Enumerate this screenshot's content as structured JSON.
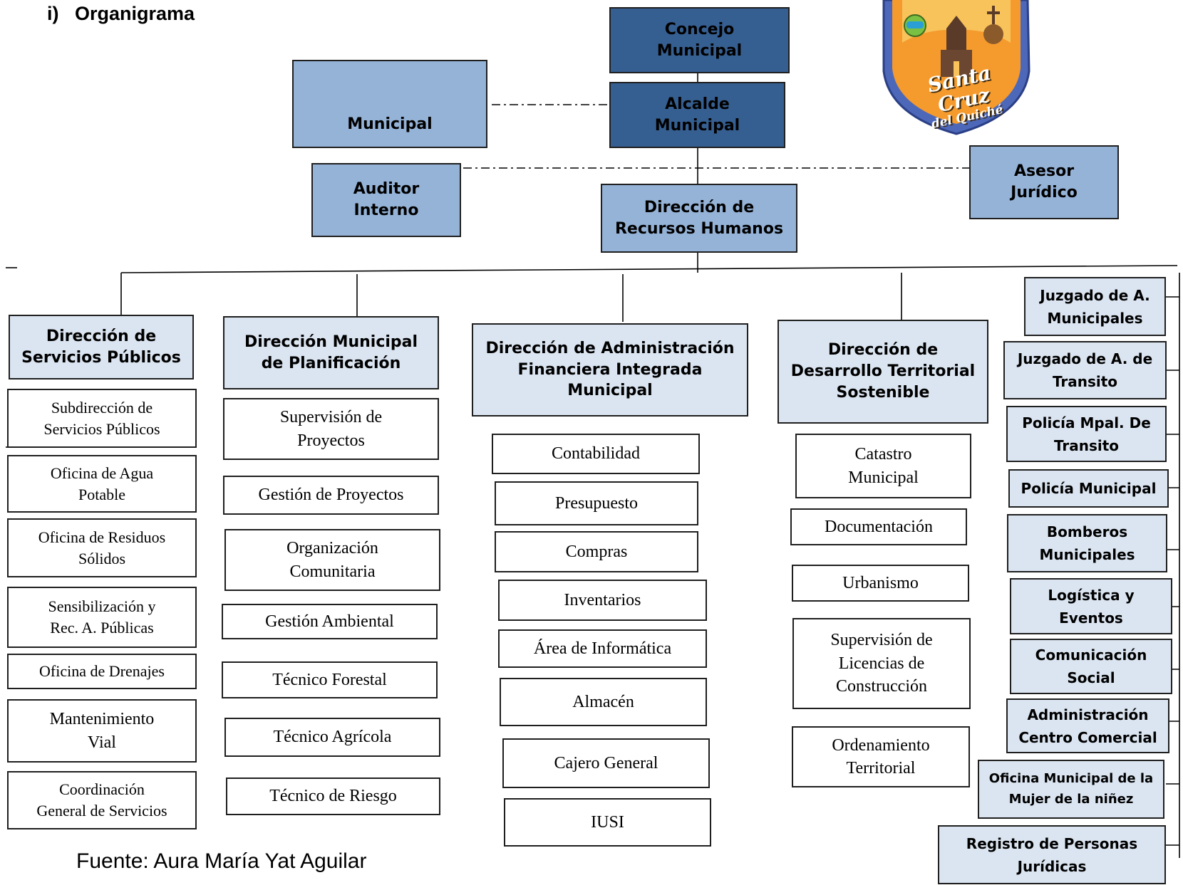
{
  "heading": "i)   Organigrama",
  "source": "Fuente: Aura María Yat Aguilar",
  "logo": {
    "line1": "Santa Cruz",
    "line2": "del Quiché"
  },
  "top": {
    "concejo": [
      "Concejo",
      "Municipal"
    ],
    "alcalde": [
      "Alcalde",
      "Municipal"
    ],
    "secretaria": [
      "Municipal"
    ],
    "auditor": [
      "Auditor",
      "Interno"
    ],
    "asesor": [
      "Asesor",
      "Jurídico"
    ],
    "rrhh": [
      "Dirección  de",
      "Recursos Humanos"
    ]
  },
  "directorates": [
    {
      "title": [
        "Dirección de",
        "Servicios Públicos"
      ],
      "units": [
        [
          "Subdirección  de",
          "Servicios Públicos"
        ],
        [
          "Oficina de Agua",
          "Potable"
        ],
        [
          "Oficina de Residuos",
          "Sólidos"
        ],
        [
          "Sensibilización y",
          "Rec. A. Públicas"
        ],
        [
          "Oficina de Drenajes"
        ],
        [
          "Mantenimiento",
          "Vial"
        ],
        [
          "Coordinación",
          "General de Servicios"
        ]
      ]
    },
    {
      "title": [
        "Dirección Municipal",
        "de Planificación"
      ],
      "units": [
        [
          "Supervisión de",
          "Proyectos"
        ],
        [
          "Gestión de Proyectos"
        ],
        [
          "Organización",
          "Comunitaria"
        ],
        [
          "Gestión Ambiental"
        ],
        [
          "Técnico Forestal"
        ],
        [
          "Técnico Agrícola"
        ],
        [
          "Técnico de Riesgo"
        ]
      ]
    },
    {
      "title": [
        "Dirección de Administración",
        "Financiera Integrada",
        "Municipal"
      ],
      "units": [
        [
          "Contabilidad"
        ],
        [
          "Presupuesto"
        ],
        [
          "Compras"
        ],
        [
          "Inventarios"
        ],
        [
          "Área de Informática"
        ],
        [
          "Almacén"
        ],
        [
          "Cajero General"
        ],
        [
          "IUSI"
        ]
      ]
    },
    {
      "title": [
        "Dirección de",
        "Desarrollo Territorial",
        "Sostenible"
      ],
      "units": [
        [
          "Catastro",
          "Municipal"
        ],
        [
          "Documentación"
        ],
        [
          "Urbanismo"
        ],
        [
          "Supervisión de",
          "Licencias de",
          "Construcción"
        ],
        [
          "Ordenamiento",
          "Territorial"
        ]
      ]
    }
  ],
  "side_units": [
    [
      "Juzgado de A.",
      "Municipales"
    ],
    [
      "Juzgado de A. de",
      "Transito"
    ],
    [
      "Policía Mpal. De",
      "Transito"
    ],
    [
      "Policía Municipal"
    ],
    [
      "Bomberos",
      "Municipales"
    ],
    [
      "Logística y",
      "Eventos"
    ],
    [
      "Comunicación",
      "Social"
    ],
    [
      "Administración",
      "Centro Comercial"
    ],
    [
      "Oficina Municipal de la",
      "Mujer de la niñez"
    ],
    [
      "Registro de Personas",
      "Jurídicas"
    ]
  ],
  "colors": {
    "dark": "#365f91",
    "mid": "#95b3d7",
    "light": "#dbe5f1",
    "border": "#1f1f1f"
  }
}
